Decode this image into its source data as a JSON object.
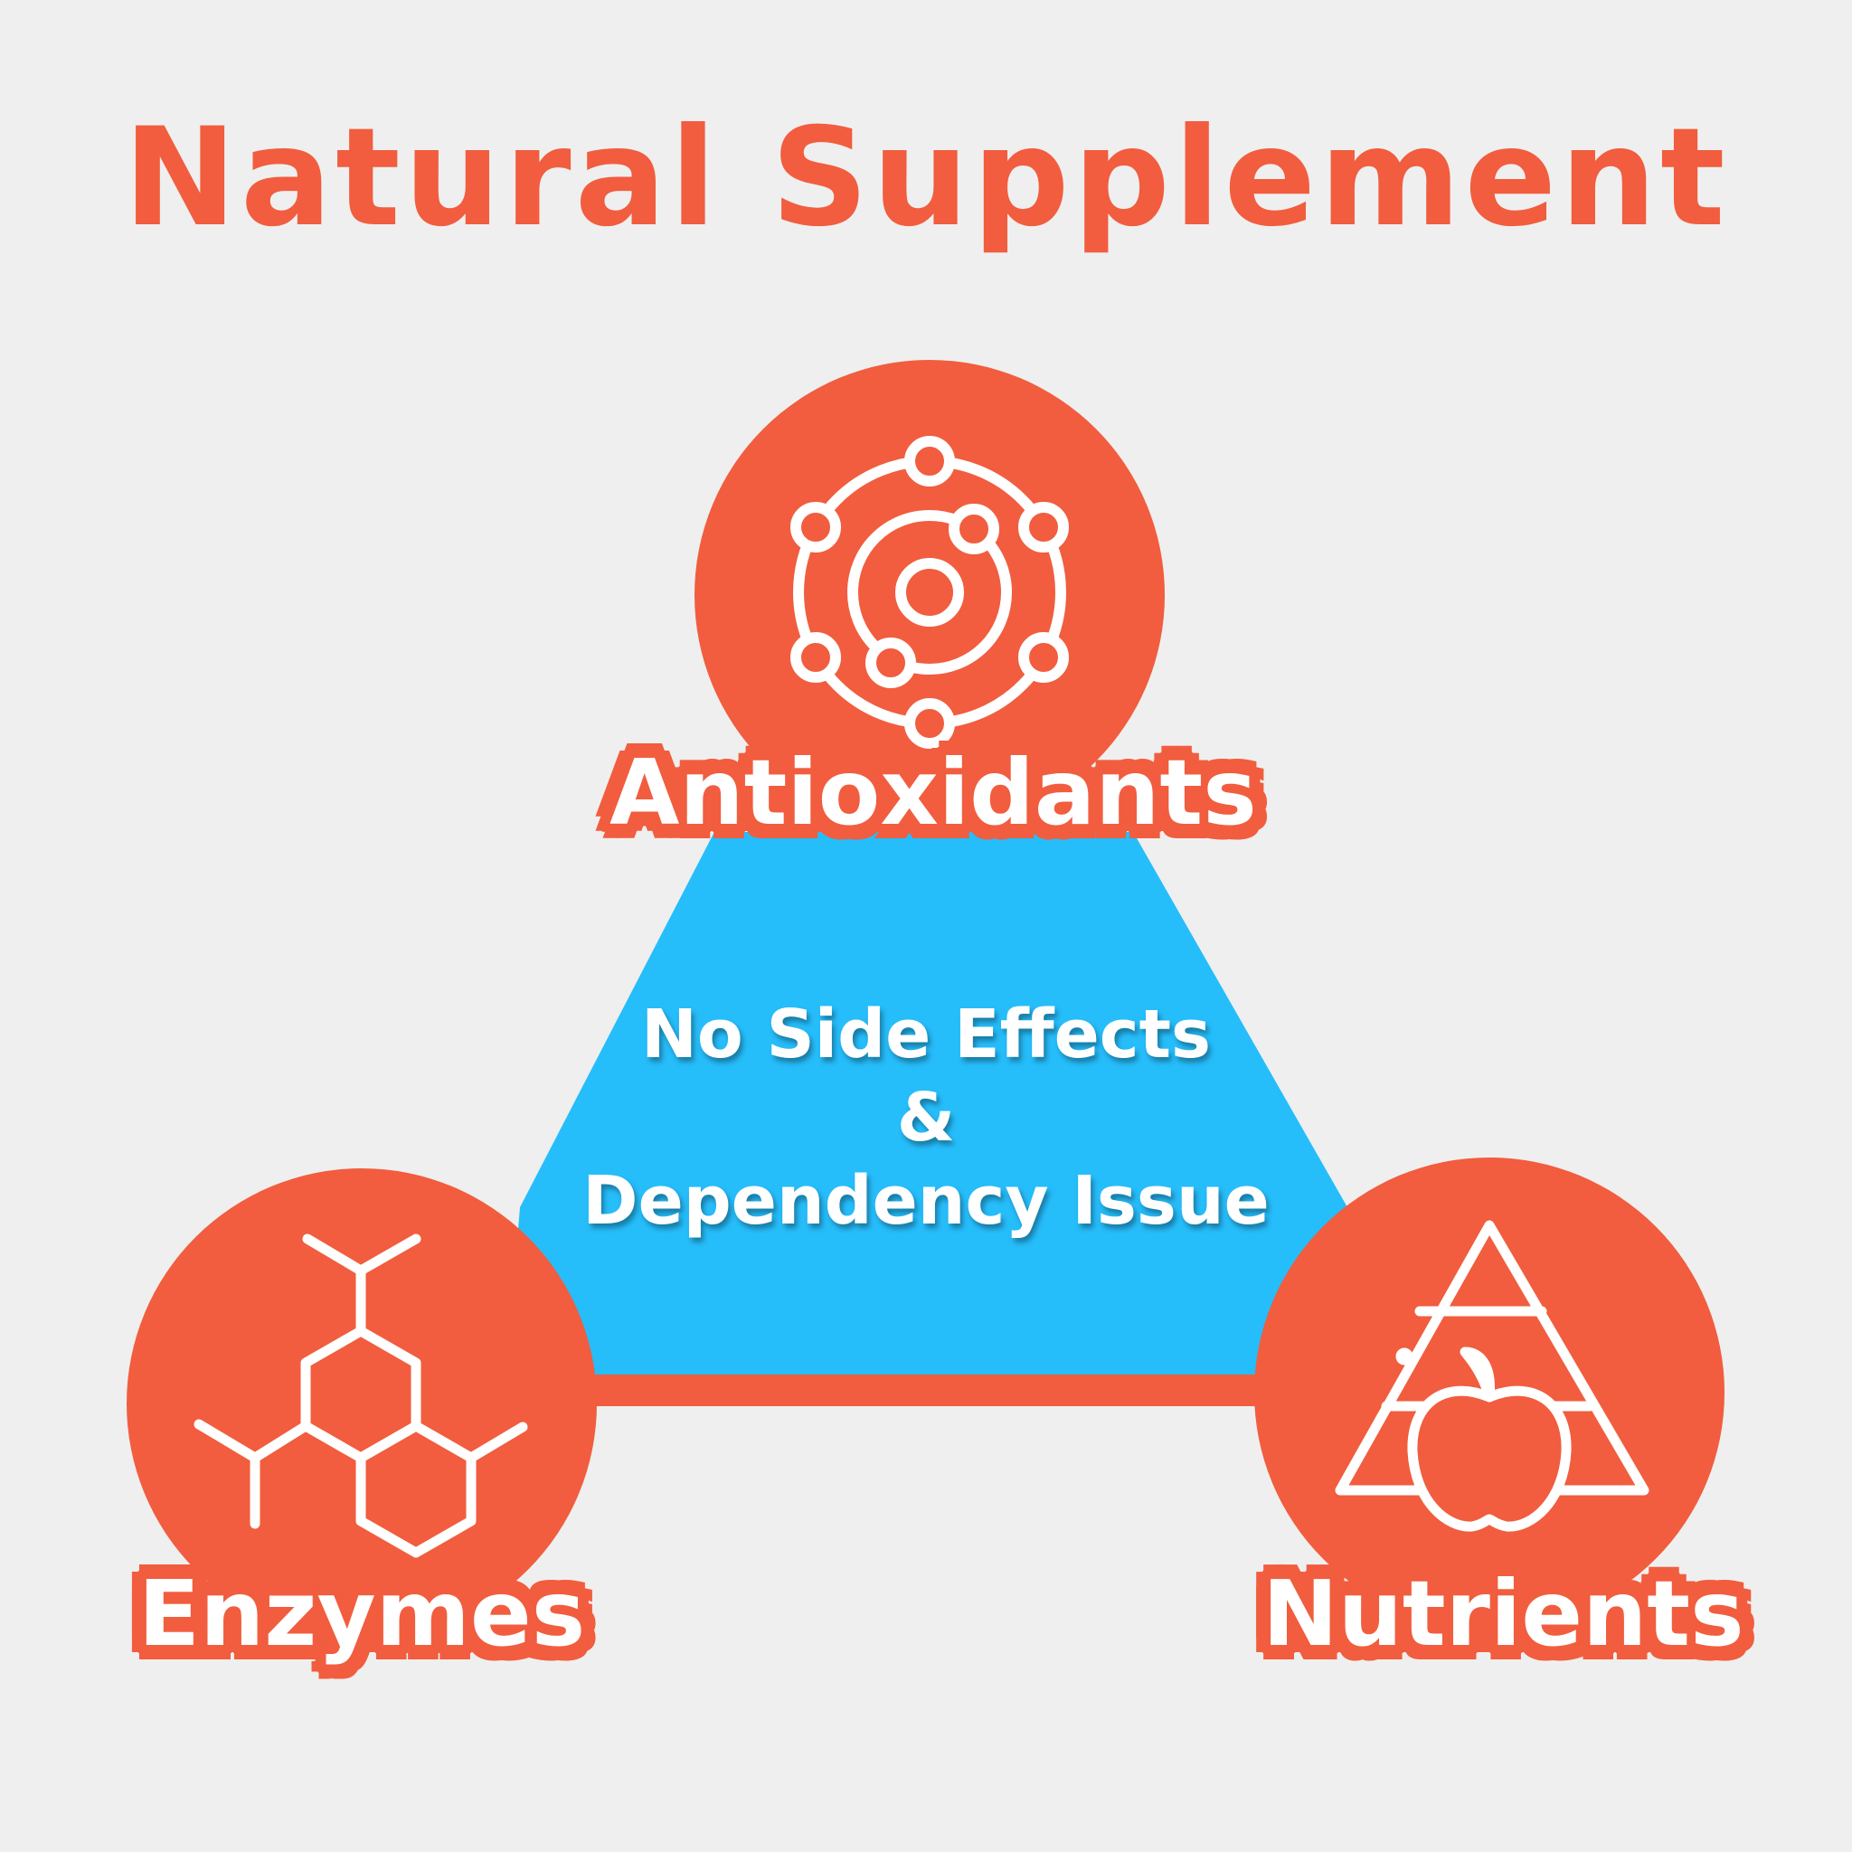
{
  "title": "Natural Supplement",
  "nodes": {
    "antioxidants": {
      "label": "Antioxidants",
      "icon": "molecule-atom-icon"
    },
    "enzymes": {
      "label": "Enzymes",
      "icon": "hexagon-molecule-icon"
    },
    "nutrients": {
      "label": "Nutrients",
      "icon": "food-pyramid-apple-icon"
    }
  },
  "center": {
    "line1": "No Side Effects",
    "line2": "&",
    "line3": "Dependency Issue"
  },
  "colors": {
    "accent": "#f15d3e",
    "center_fill": "#26bdfb",
    "background": "#efefef",
    "text": "#ffffff"
  }
}
